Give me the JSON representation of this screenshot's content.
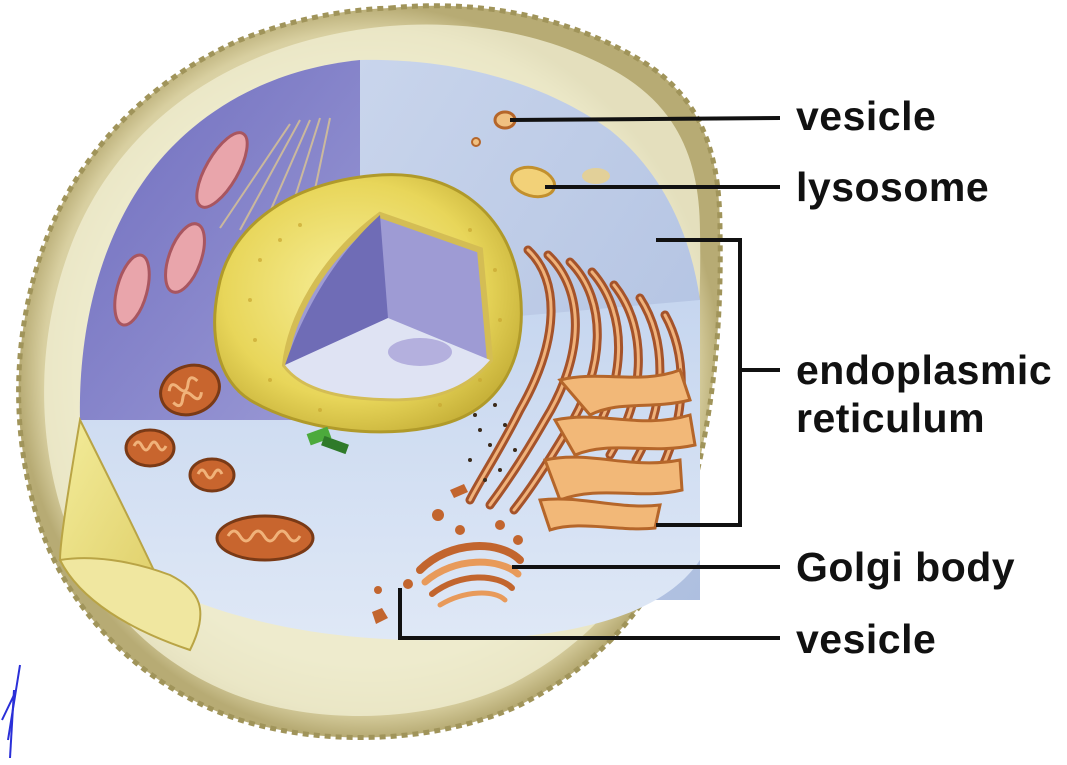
{
  "diagram": {
    "labels": {
      "vesicle_top": "vesicle",
      "lysosome": "lysosome",
      "er_line1": "endoplasmic",
      "er_line2": "reticulum",
      "golgi": "Golgi body",
      "vesicle_bottom": "vesicle"
    }
  }
}
